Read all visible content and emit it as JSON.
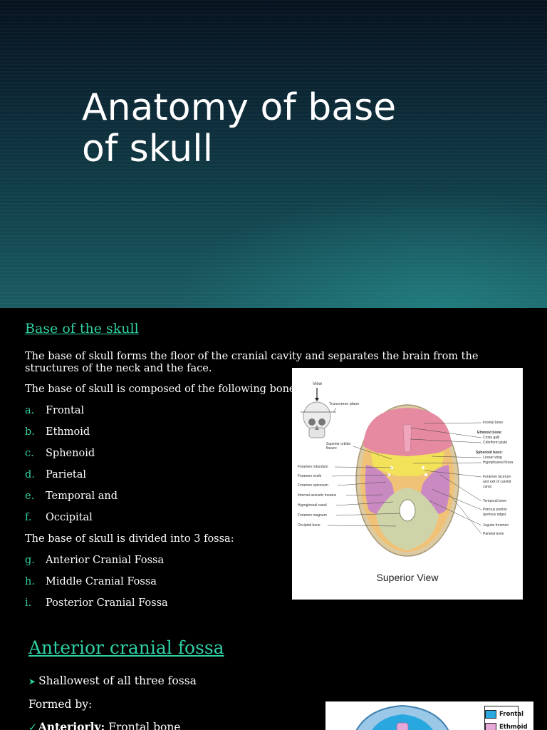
{
  "slide1": {
    "title_line1": "Anatomy of base",
    "title_line2": "of skull"
  },
  "slide2": {
    "heading": "Base of the skull",
    "para1": "The base of skull forms the floor of the cranial cavity and separates the brain from the structures of the neck and the face.",
    "para2": "The base of skull is composed of the following bones:",
    "bones": [
      {
        "marker": "a.",
        "text": "Frontal"
      },
      {
        "marker": "b.",
        "text": "Ethmoid"
      },
      {
        "marker": "c.",
        "text": "Sphenoid"
      },
      {
        "marker": "d.",
        "text": "Parietal"
      },
      {
        "marker": "e.",
        "text": "Temporal and"
      },
      {
        "marker": "f.",
        "text": "Occipital"
      }
    ],
    "para3": "The base of skull is divided into 3 fossa:",
    "fossae": [
      {
        "marker": "g.",
        "text": "Anterior Cranial Fossa"
      },
      {
        "marker": "h.",
        "text": "Middle Cranial Fossa"
      },
      {
        "marker": "i.",
        "text": "Posterior Cranial Fossa"
      }
    ],
    "figure": {
      "caption": "Superior View",
      "view_label": "View",
      "plane_label": "Transverse plane",
      "left_labels": [
        "Superior orbital",
        "fissure",
        "Foramen rotundum",
        "Foramen ovale",
        "Foramen spinosum",
        "Internal acoustic meatus",
        "Hypoglossal canal",
        "Foramen magnum",
        "Occipital bone"
      ],
      "right_labels": [
        "Frontal bone",
        "Ethmoid bone:",
        "Crista galli",
        "Cribriform plate",
        "Sphenoid bone:",
        "Lesser wing",
        "Hypophyseal fossa",
        "Foramen lacerum",
        "and exit of carotid",
        "canal",
        "Temporal bone",
        "Petrous portion",
        "(petrous ridge)",
        "Jugular foramen",
        "Parietal bone"
      ]
    }
  },
  "slide3": {
    "heading": "Anterior cranial fossa",
    "bullet1": "Shallowest of all three fossa",
    "formed_by": "Formed by:",
    "anteriorly_label": "Anteriorly:",
    "anteriorly_text": "Frontal bone",
    "legend": [
      {
        "label": "Frontal",
        "color": "#29a8e0"
      },
      {
        "label": "Ethmoid",
        "color": "#e6a8d8"
      }
    ]
  },
  "colors": {
    "accent": "#2fd0a4",
    "frontal_pink": "#e58aa0",
    "sphenoid_yellow": "#f2e25a",
    "temporal_mauve": "#c98ac2",
    "parietal_orange": "#f0c277",
    "occipital_olive": "#cfd3a8"
  }
}
